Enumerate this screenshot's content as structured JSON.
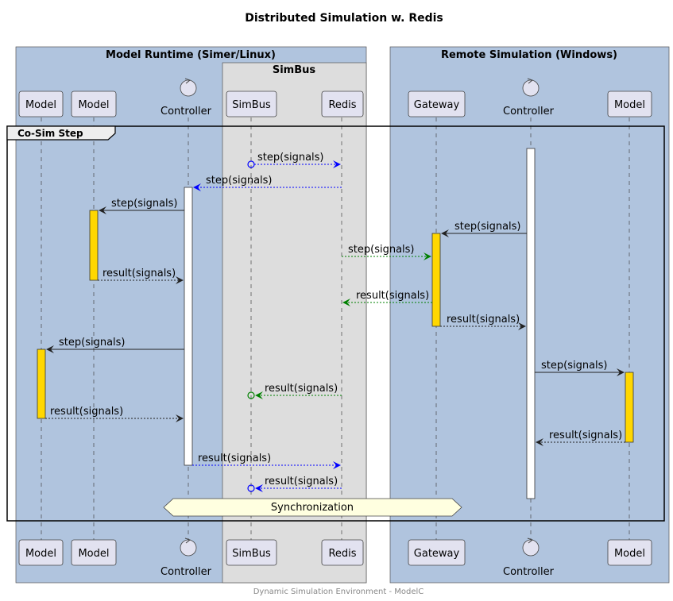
{
  "title": "Distributed Simulation w. Redis",
  "footer": "Dynamic Simulation Environment - ModelC",
  "boxes": {
    "model_runtime": "Model Runtime (Simer/Linux)",
    "simbus": "SimBus",
    "remote": "Remote Simulation (Windows)"
  },
  "participants": {
    "model_a": "Model",
    "model_b": "Model",
    "controller_left": "Controller",
    "simbus": "SimBus",
    "redis": "Redis",
    "gateway": "Gateway",
    "controller_right": "Controller",
    "model_c": "Model"
  },
  "group_label": "Co-Sim Step",
  "sync_label": "Synchronization",
  "messages": {
    "m1": "step(signals)",
    "m2": "step(signals)",
    "m3": "step(signals)",
    "m4": "step(signals)",
    "m5": "step(signals)",
    "m6": "result(signals)",
    "m7": "result(signals)",
    "m8": "result(signals)",
    "m9": "step(signals)",
    "m10": "step(signals)",
    "m11": "result(signals)",
    "m12": "result(signals)",
    "m13": "result(signals)",
    "m14": "result(signals)",
    "m15": "result(signals)"
  },
  "colors": {
    "box_fill": "#b0c4de",
    "simbus_fill": "#dddddd",
    "participant_fill": "#e2e2f0",
    "activation_fill": "#ffd700",
    "sync_fill": "#ffffe0",
    "blue": "#0000ff",
    "green": "#008000"
  }
}
